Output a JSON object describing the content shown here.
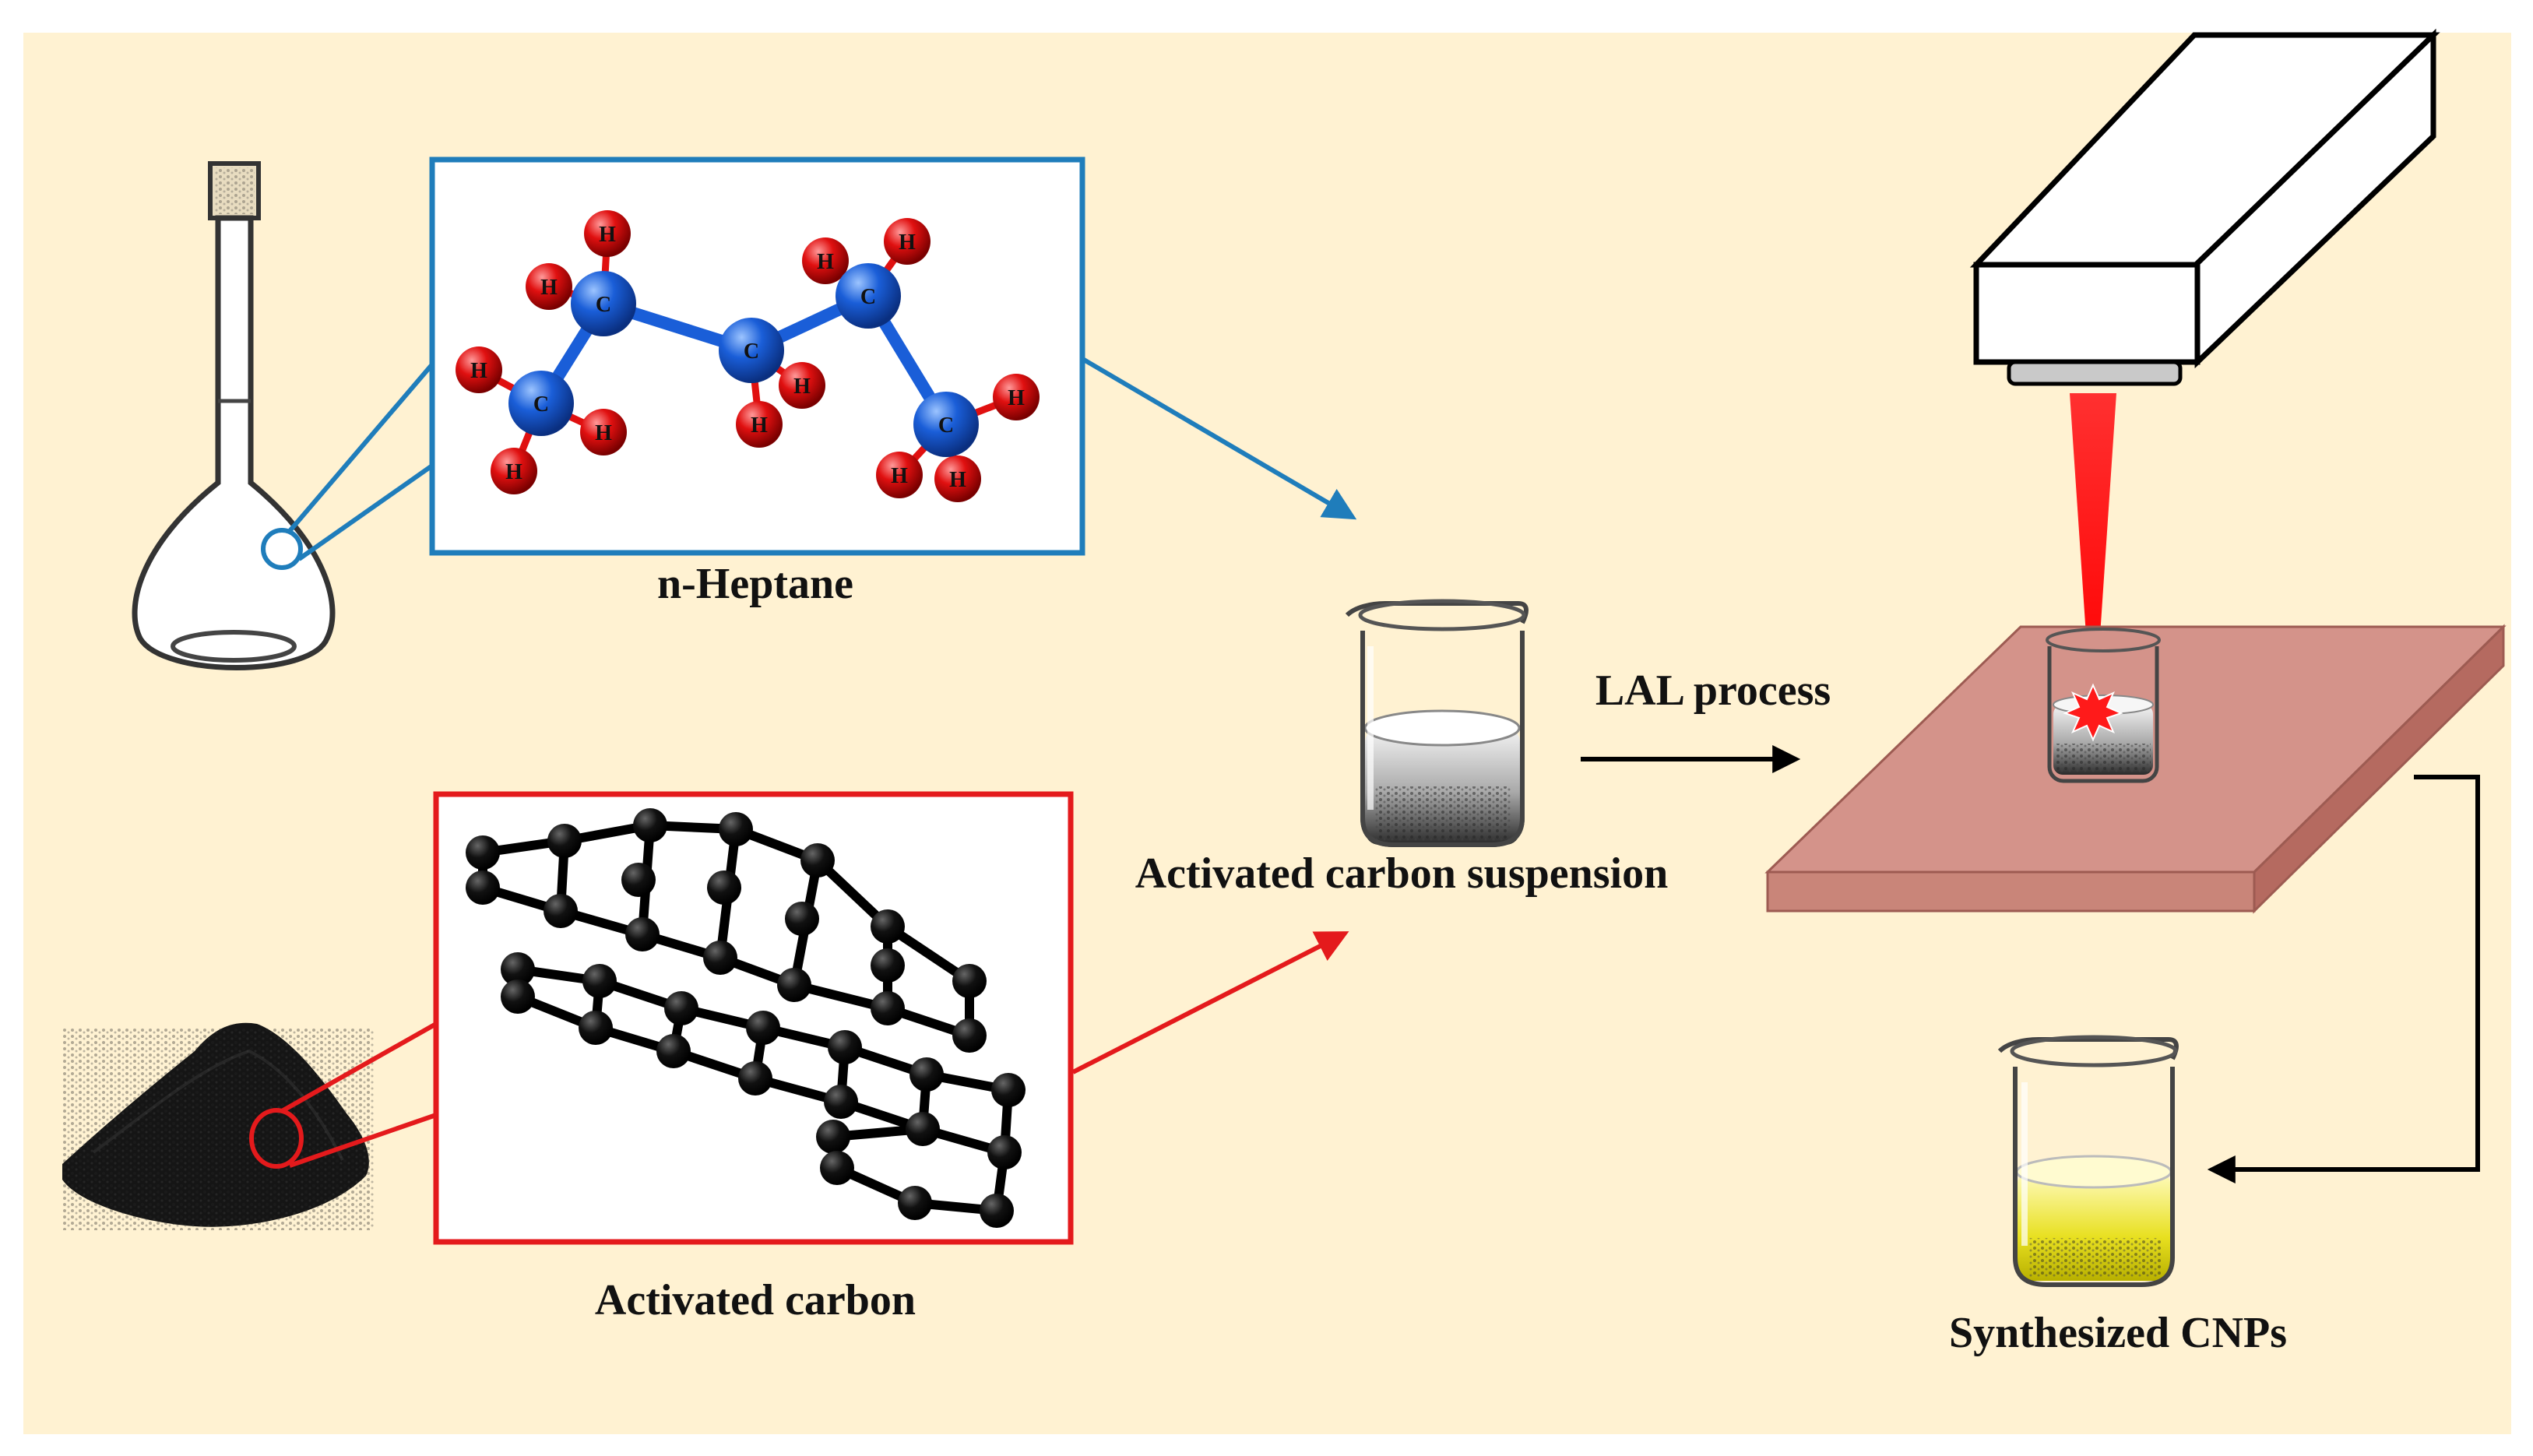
{
  "labels": {
    "heptane": "n-Heptane",
    "activated_carbon": "Activated carbon",
    "suspension": "Activated carbon suspension",
    "lal_process": "LAL process",
    "synthesized": "Synthesized CNPs"
  },
  "molecule_atom_labels": {
    "carbon": "C",
    "hydrogen": "H"
  },
  "colors": {
    "background": "#fff2d2",
    "heptane_box": "#1f7dbb",
    "carbon_box": "#e41a1c",
    "carbon_atom": "#1a5ed8",
    "hydrogen_atom": "#e01010",
    "laser_beam": "#ff2020",
    "platform_top": "#d4938a",
    "platform_side": "#b56a60",
    "cnp_solution": "#e8e020"
  }
}
